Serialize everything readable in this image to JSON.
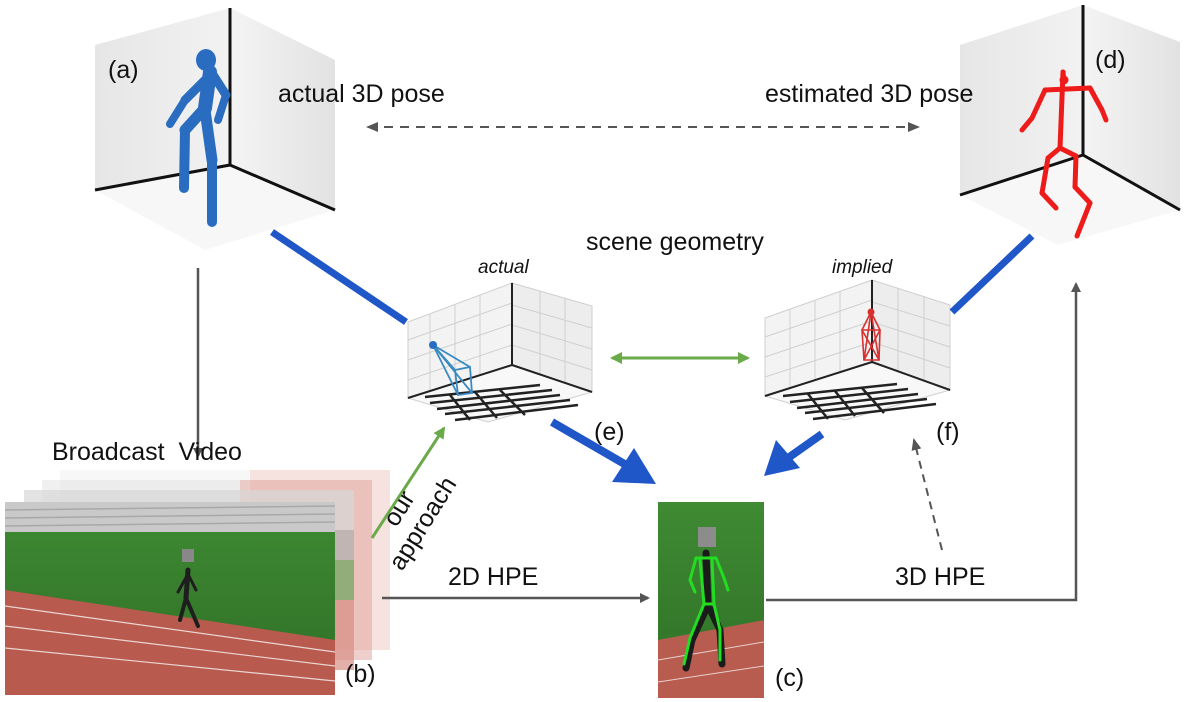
{
  "panels": {
    "a": {
      "tag": "(a)",
      "caption": "actual 3D pose"
    },
    "d": {
      "tag": "(d)",
      "caption": "estimated 3D pose"
    },
    "e": {
      "tag": "(e)",
      "caption": "actual"
    },
    "f": {
      "tag": "(f)",
      "caption": "implied"
    },
    "b": {
      "tag": "(b)",
      "caption": "Broadcast  Video"
    },
    "c": {
      "tag": "(c)"
    }
  },
  "scene_geometry": "scene geometry",
  "arrows": {
    "our_approach_line1": "our",
    "our_approach_line2": "approach",
    "hpe_2d": "2D HPE",
    "hpe_3d": "3D HPE"
  },
  "colors": {
    "blue_line": "#1f56c8",
    "pose_blue": "#2a6cc0",
    "pose_red": "#ee1b1b",
    "green": "#6aaa4a",
    "gray": "#555555",
    "skeleton_green": "#22dd22"
  }
}
